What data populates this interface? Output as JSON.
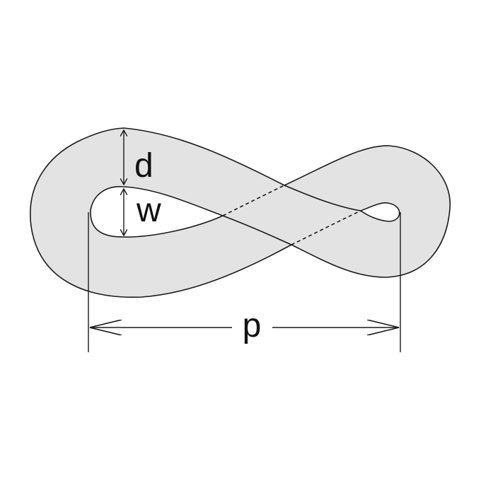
{
  "labels": {
    "d": "d",
    "w": "w",
    "p": "p"
  },
  "colors": {
    "fill": "#e3e3e3",
    "stroke": "#1a1a1a",
    "background": "#ffffff"
  }
}
